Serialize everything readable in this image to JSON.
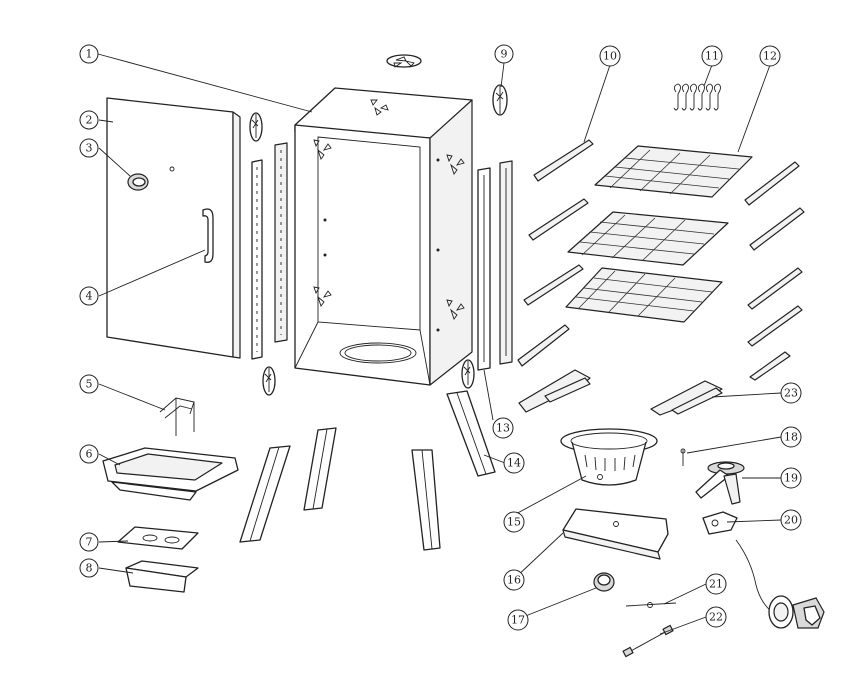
{
  "callouts": [
    {
      "num": "1"
    },
    {
      "num": "2"
    },
    {
      "num": "3"
    },
    {
      "num": "4"
    },
    {
      "num": "5"
    },
    {
      "num": "6"
    },
    {
      "num": "7"
    },
    {
      "num": "8"
    },
    {
      "num": "9"
    },
    {
      "num": "10"
    },
    {
      "num": "11"
    },
    {
      "num": "12"
    },
    {
      "num": "13"
    },
    {
      "num": "14"
    },
    {
      "num": "15"
    },
    {
      "num": "16"
    },
    {
      "num": "17"
    },
    {
      "num": "18"
    },
    {
      "num": "19"
    },
    {
      "num": "20"
    },
    {
      "num": "21"
    },
    {
      "num": "22"
    },
    {
      "num": "23"
    }
  ],
  "colors": {
    "line": "#222222",
    "background": "#ffffff",
    "fill_light": "#f2f2f2"
  }
}
